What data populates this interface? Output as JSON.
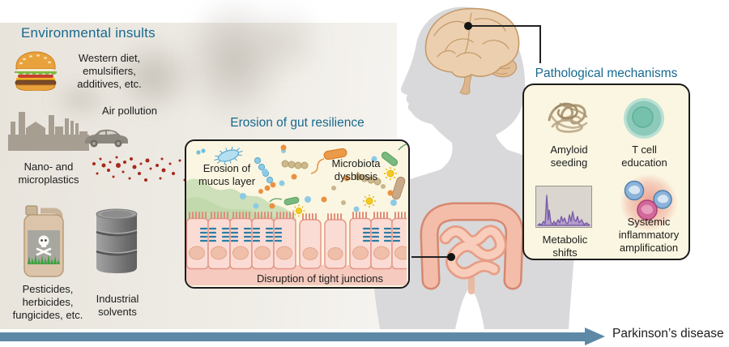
{
  "colors": {
    "accent_heading": "#17698f",
    "outcome_arrow": "#5d89a7",
    "panel_bg": "#fbf6e1",
    "panel_border": "#1c1c1c",
    "background_left": "#e8e4dc",
    "silhouette": "#d9d9db",
    "microplastics": "#a8271b"
  },
  "environmental": {
    "heading": "Environmental insults",
    "items": [
      {
        "icon": "hamburger-icon",
        "label": "Western diet,\nemulsifiers,\nadditives, etc."
      },
      {
        "icon": "factory-smoke-icon",
        "label": "Air pollution"
      },
      {
        "icon": "microplastic-particles-icon",
        "label": "Nano- and\nmicroplastics"
      },
      {
        "icon": "pesticide-jug-icon",
        "label": "Pesticides,\nherbicides,\nfungicides, etc."
      },
      {
        "icon": "industrial-drum-icon",
        "label": "Industrial\nsolvents"
      }
    ]
  },
  "gut_panel": {
    "heading": "Erosion of gut resilience",
    "mucus_label": "Erosion of\nmucus layer",
    "dysbiosis_label": "Microbiota\ndysbiosis",
    "junction_label": "Disruption of tight junctions"
  },
  "pathological_panel": {
    "heading": "Pathological mechanisms",
    "items": [
      {
        "icon": "amyloid-fibril-tangle-icon",
        "label": "Amyloid\nseeding"
      },
      {
        "icon": "t-cell-icon",
        "label": "T cell\neducation"
      },
      {
        "icon": "metabolite-spectrum-icon",
        "label": "Metabolic\nshifts"
      },
      {
        "icon": "inflammatory-cells-icon",
        "label": "Systemic\ninflammatory\namplification"
      }
    ]
  },
  "anatomy": {
    "brain_icon": "brain-illustration",
    "gut_icon": "intestines-illustration",
    "body_icon": "human-silhouette"
  },
  "outcome": {
    "label": "Parkinson’s disease"
  }
}
